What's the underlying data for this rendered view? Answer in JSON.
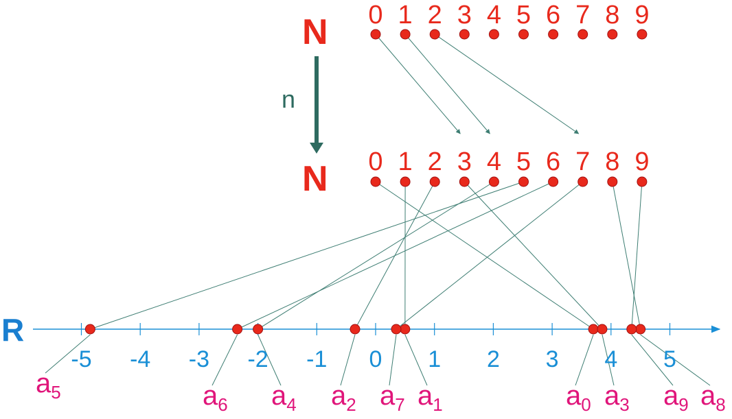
{
  "labels": {
    "n_top": "N",
    "n_mid": "N",
    "reals": "R",
    "map_name": "n"
  },
  "top_numbers": [
    "0",
    "1",
    "2",
    "3",
    "4",
    "5",
    "6",
    "7",
    "8",
    "9"
  ],
  "mid_numbers": [
    "0",
    "1",
    "2",
    "3",
    "4",
    "5",
    "6",
    "7",
    "8",
    "9"
  ],
  "axis_ticks": [
    {
      "label": "-5",
      "value": -5
    },
    {
      "label": "-4",
      "value": -4
    },
    {
      "label": "-3",
      "value": -3
    },
    {
      "label": "-2",
      "value": -2
    },
    {
      "label": "-1",
      "value": -1
    },
    {
      "label": "0",
      "value": 0
    },
    {
      "label": "1",
      "value": 1
    },
    {
      "label": "2",
      "value": 2
    },
    {
      "label": "3",
      "value": 3
    },
    {
      "label": "4",
      "value": 4
    },
    {
      "label": "5",
      "value": 5
    }
  ],
  "mapping_top_to_mid": [
    {
      "from": 0,
      "to": 3
    },
    {
      "from": 1,
      "to": 4
    },
    {
      "from": 2,
      "to": 7
    }
  ],
  "sequence_points": [
    {
      "index": 0,
      "letter": "a",
      "sub": "0",
      "value": 3.7
    },
    {
      "index": 1,
      "letter": "a",
      "sub": "1",
      "value": 0.5
    },
    {
      "index": 2,
      "letter": "a",
      "sub": "2",
      "value": -0.35
    },
    {
      "index": 3,
      "letter": "a",
      "sub": "3",
      "value": 3.85
    },
    {
      "index": 4,
      "letter": "a",
      "sub": "4",
      "value": -2.0
    },
    {
      "index": 5,
      "letter": "a",
      "sub": "5",
      "value": -4.85
    },
    {
      "index": 6,
      "letter": "a",
      "sub": "6",
      "value": -2.35
    },
    {
      "index": 7,
      "letter": "a",
      "sub": "7",
      "value": 0.35
    },
    {
      "index": 8,
      "letter": "a",
      "sub": "8",
      "value": 4.5
    },
    {
      "index": 9,
      "letter": "a",
      "sub": "9",
      "value": 4.35
    }
  ],
  "colors": {
    "dot": "#e8291c",
    "dot_stroke": "#a01010",
    "numbers_red": "#e8291c",
    "axis_blue": "#1a8fd6",
    "r_blue": "#1a7fd0",
    "map_green": "#2e6b60",
    "line": "#3d7d72",
    "a_magenta": "#e0157a"
  }
}
